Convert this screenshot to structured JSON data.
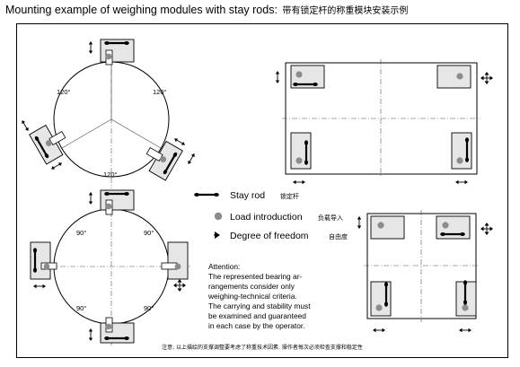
{
  "title": {
    "en": "Mounting example of weighing modules with stay rods:",
    "zh": "带有锁定杆的称重模块安装示例"
  },
  "angles": {
    "a120_left": "120°",
    "a120_right": "120°",
    "a120_bottom": "120°",
    "a90_tl": "90°",
    "a90_tr": "90°",
    "a90_bl": "90°",
    "a90_br": "90°"
  },
  "legend": {
    "stay_rod": "Stay rod",
    "stay_rod_zh": "锁定杆",
    "load_intro": "Load introduction",
    "load_intro_zh": "负载导入",
    "freedom": "Degree of freedom",
    "freedom_zh": "自由度"
  },
  "attention": {
    "heading": "Attention:",
    "lines": [
      "The represented bearing ar-",
      "rangements consider only",
      "weighing-technical criteria.",
      "The carrying and stability must",
      "be examined and guaranteed",
      "in each case by the operator."
    ]
  },
  "footer_zh": "注意: 以上描绘的支撑调整要考虑了称重技术因素. 操作者每次必须检查支撑和稳定性",
  "colors": {
    "module_fill": "#e6e6e6",
    "load_dot": "#8c8c8c",
    "line": "#000000",
    "centerline": "#555555"
  }
}
